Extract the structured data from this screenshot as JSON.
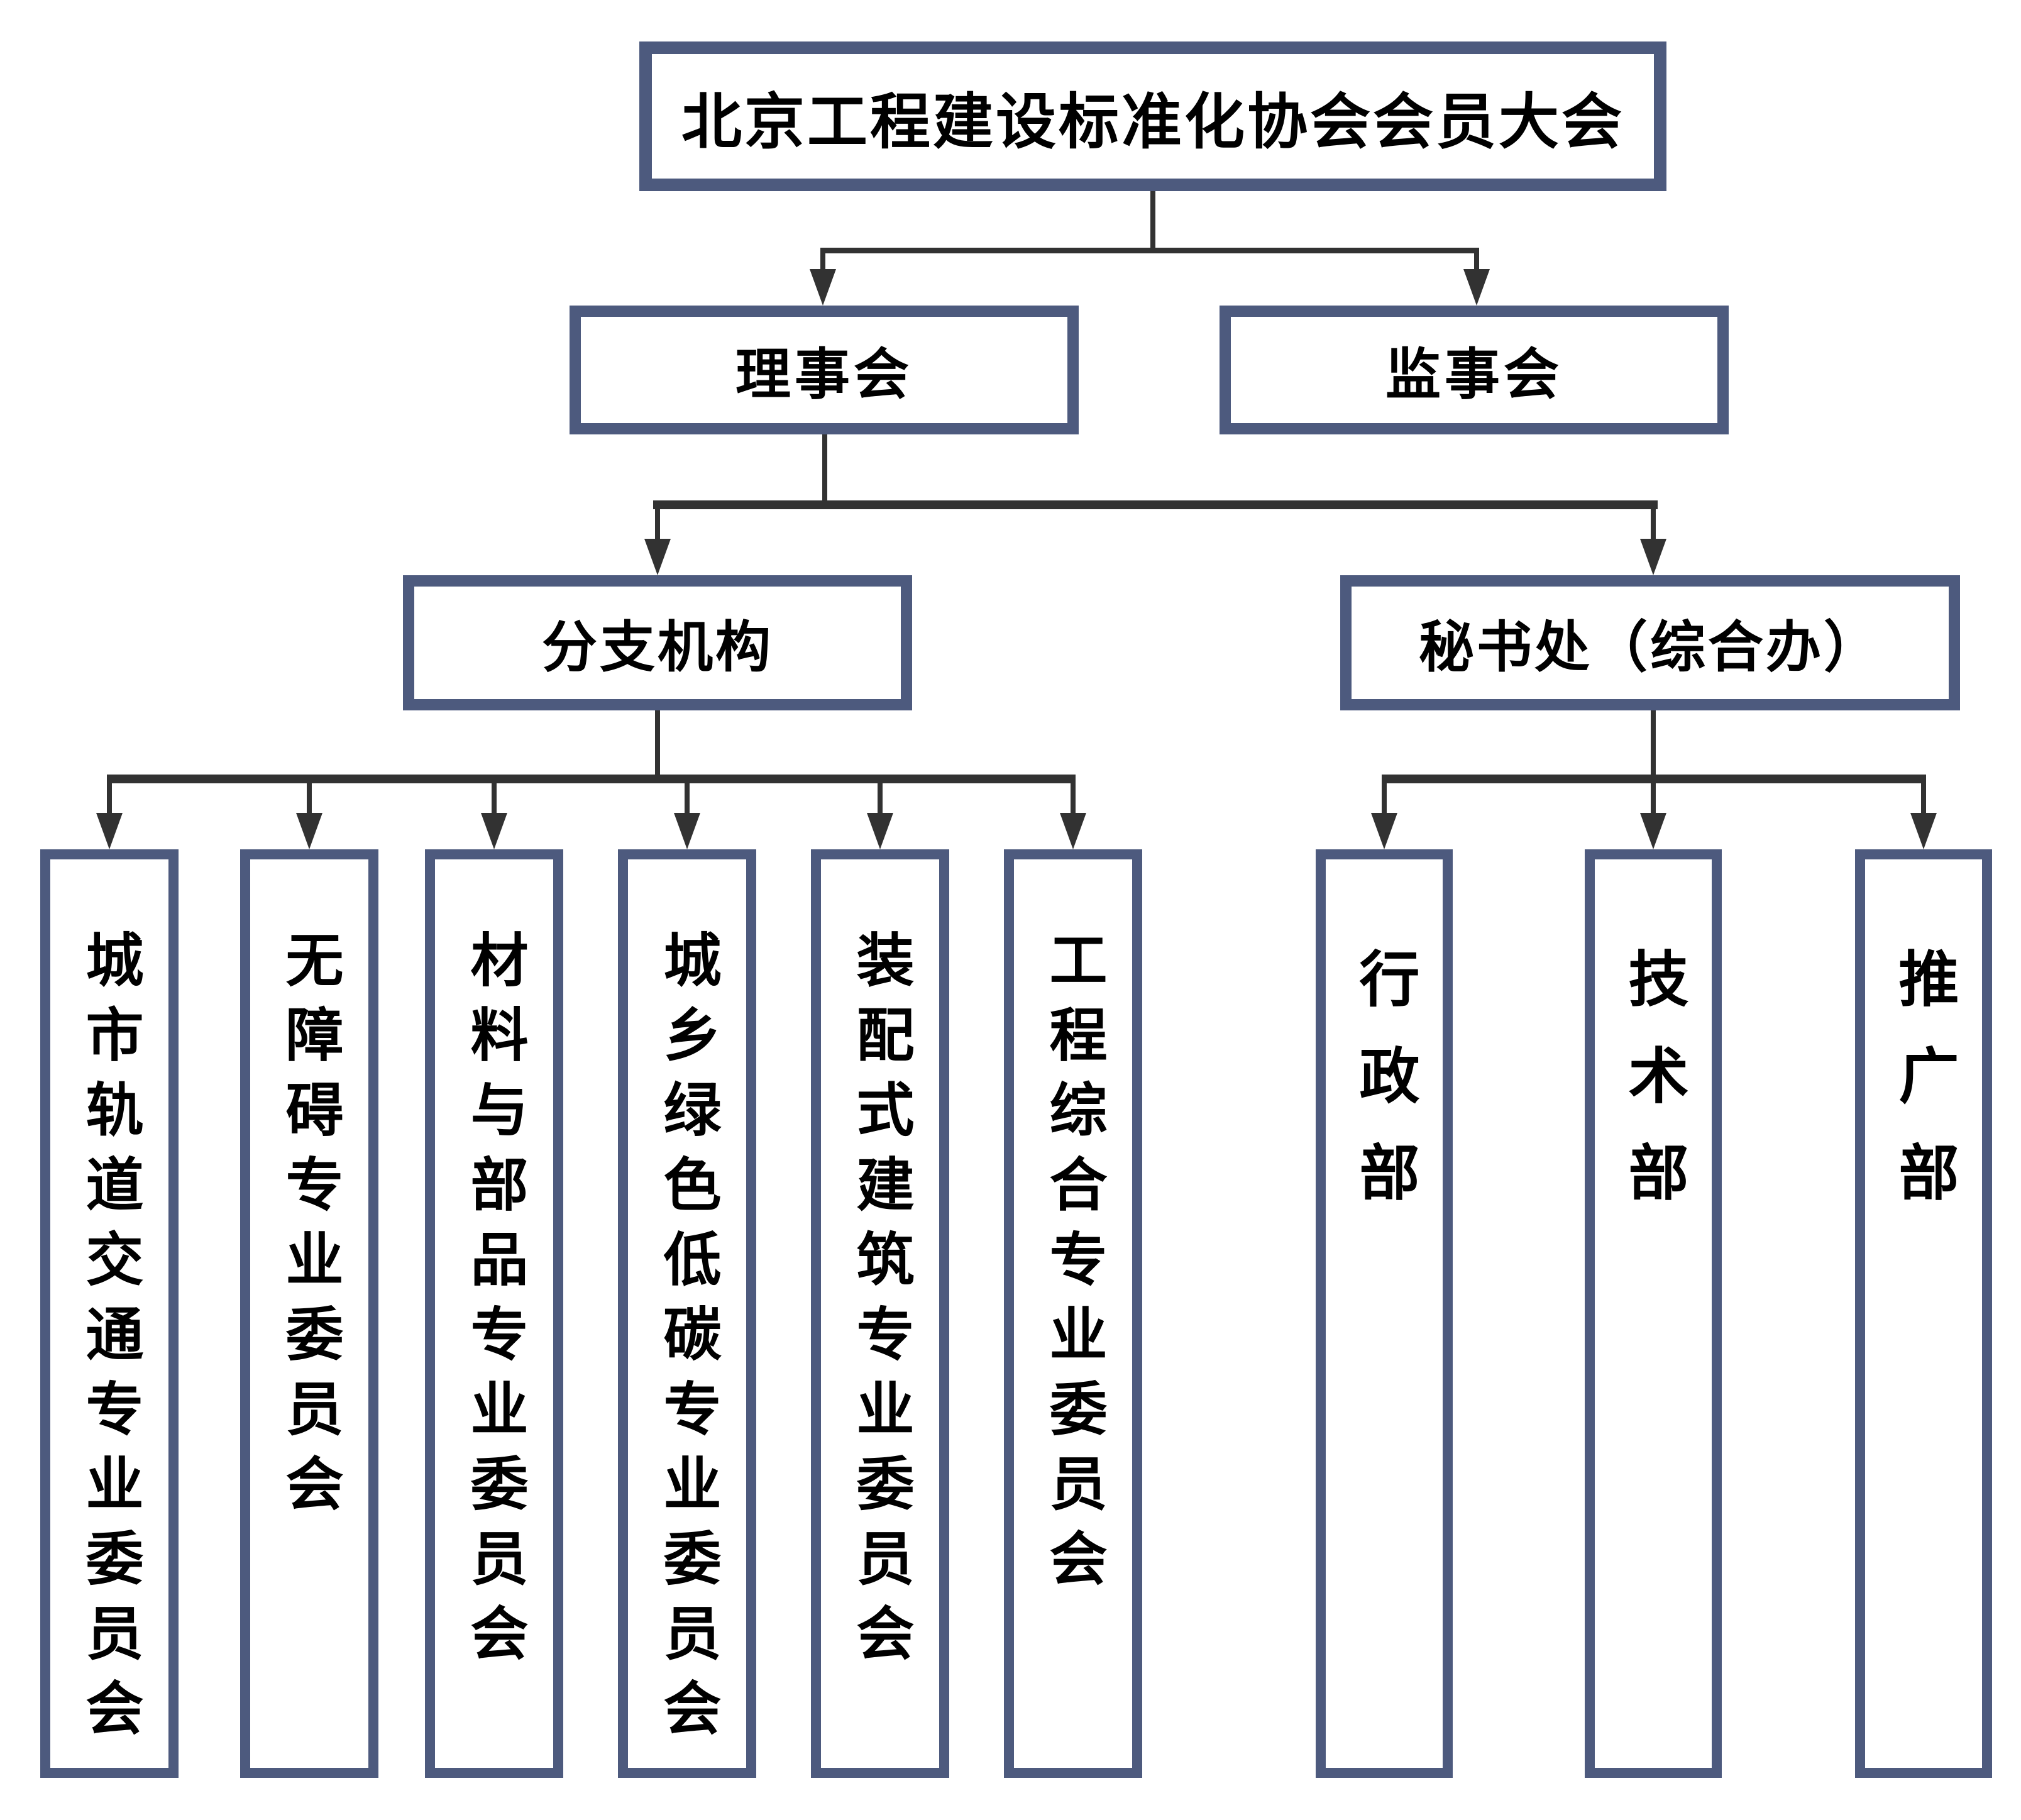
{
  "palette": {
    "box_border": "#4D5A7E",
    "box_fill": "#FFFFFF",
    "connector": "#323232",
    "text": "#000000"
  },
  "nodes": {
    "assembly": {
      "label": "北京工程建设标准化协会会员大会"
    },
    "council": {
      "label": "理事会"
    },
    "supervisory_board": {
      "label": "监事会"
    },
    "branches": {
      "label": "分支机构"
    },
    "secretariat": {
      "label": "秘书处（综合办）"
    },
    "committees": [
      {
        "label": "城市轨道交通专业委员会"
      },
      {
        "label": "无障碍专业委员会"
      },
      {
        "label": "材料与部品专业委员会"
      },
      {
        "label": "城乡绿色低碳专业委员会"
      },
      {
        "label": "装配式建筑专业委员会"
      },
      {
        "label": "工程综合专业委员会"
      }
    ],
    "departments": [
      {
        "label": "行政部"
      },
      {
        "label": "技术部"
      },
      {
        "label": "推广部"
      }
    ]
  }
}
